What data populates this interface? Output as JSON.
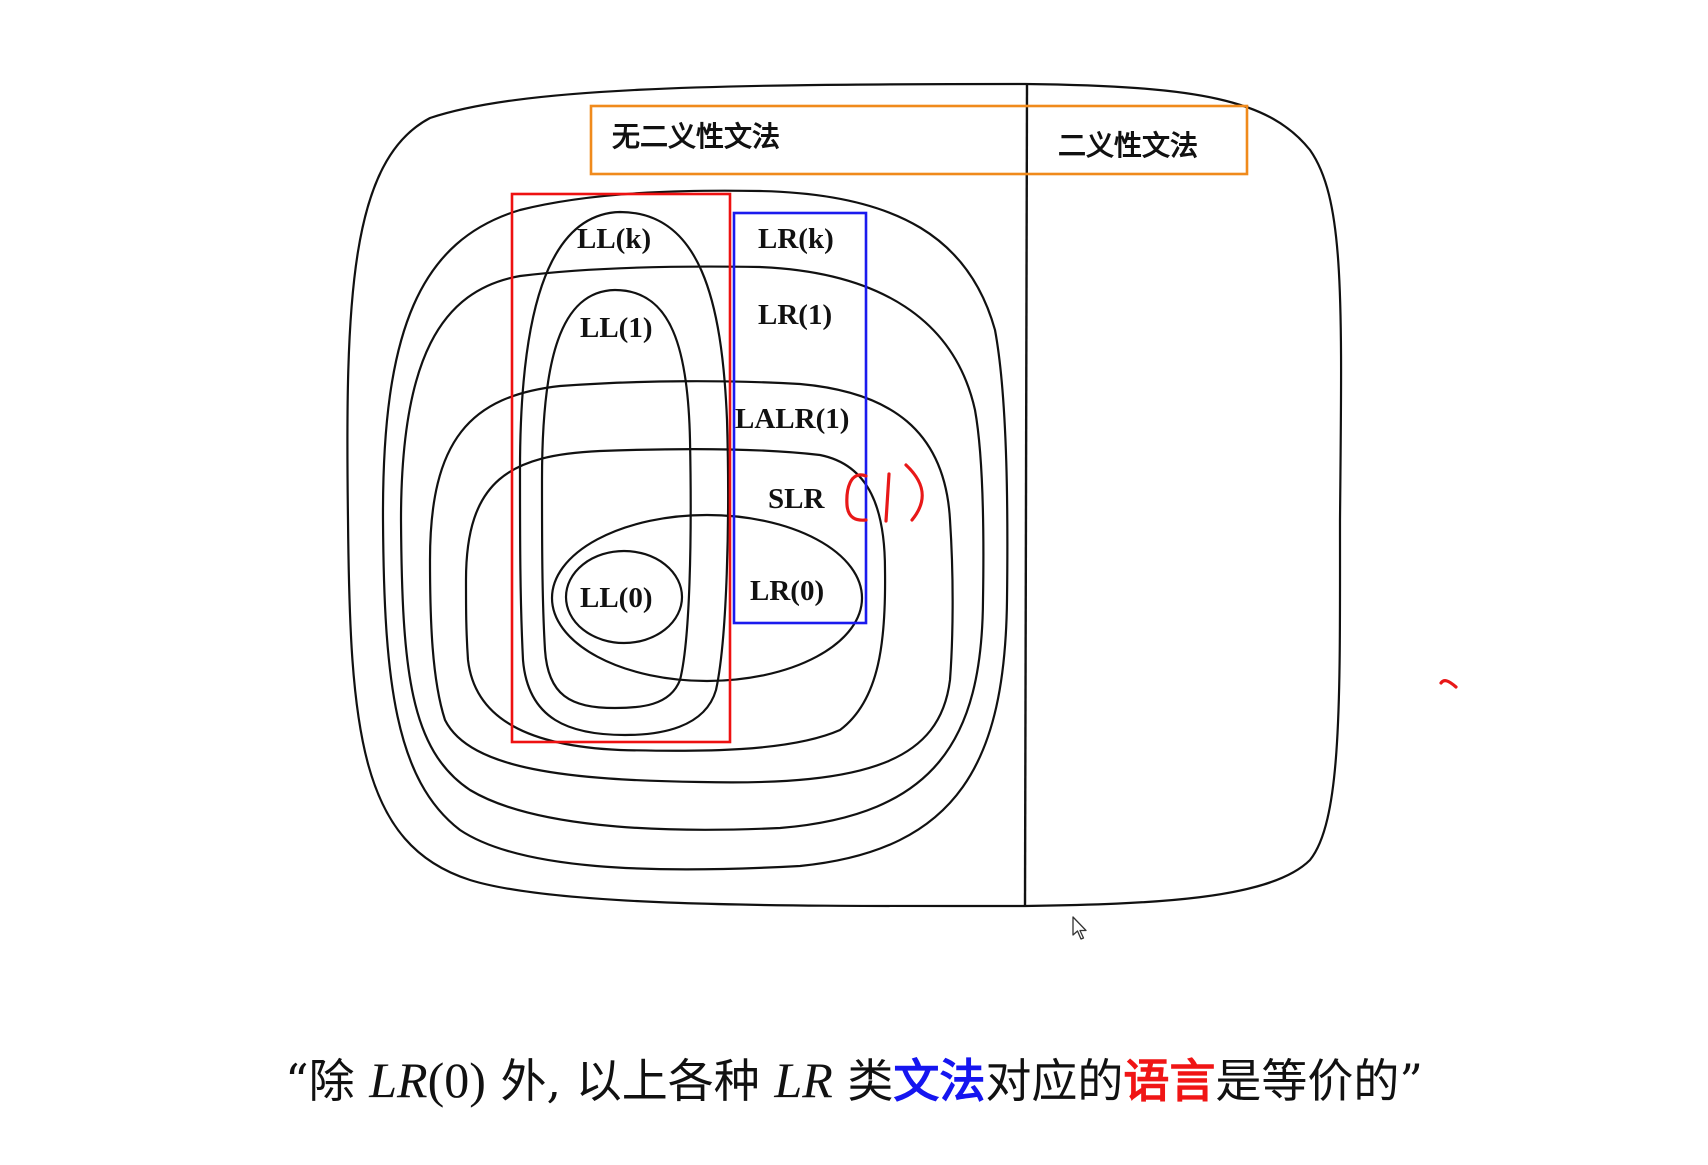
{
  "diagram": {
    "left_region_label": "无二义性文法",
    "right_region_label": "二义性文法",
    "ll_classes": [
      "LL(k)",
      "LL(1)",
      "LL(0)"
    ],
    "lr_classes": [
      "LR(k)",
      "LR(1)",
      "LALR(1)",
      "SLR",
      "LR(0)"
    ],
    "labels": {
      "ll_k": "LL(k)",
      "ll_1": "LL(1)",
      "ll_0": "LL(0)",
      "lr_k": "LR(k)",
      "lr_1": "LR(1)",
      "lalr_1": "LALR(1)",
      "slr": "SLR",
      "lr_0": "LR(0)"
    },
    "annotations": {
      "handwritten_suffix": "(1)",
      "handwritten_suffix_target": "SLR",
      "highlight_colors": {
        "grammar_type_box": "#f08a1c",
        "ll_group_box": "#ee1111",
        "lr_group_box": "#1a1aee",
        "handwriting": "#e81818"
      }
    }
  },
  "caption": {
    "open_quote": "“",
    "part1": "除 ",
    "math1": "LR",
    "math1_arg": "(0)",
    "part2": " 外, 以上各种 ",
    "math2": "LR",
    "part3": " 类",
    "highlight_blue": "文法",
    "part4": "对应的",
    "highlight_red": "语言",
    "part5": "是等价的",
    "close_quote": "”",
    "colors": {
      "blue": "#1515f0",
      "red": "#f01515"
    }
  }
}
